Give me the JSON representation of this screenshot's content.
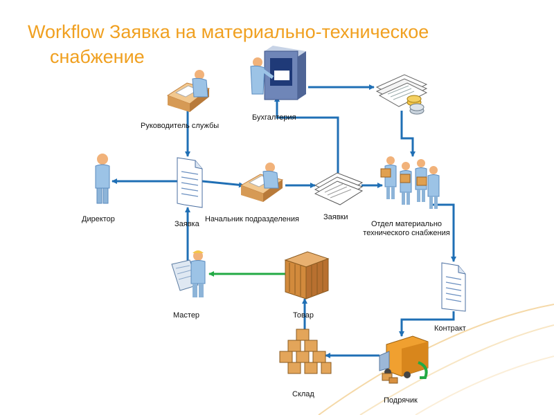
{
  "title": {
    "line1": "Workflow Заявка на материально-техническое",
    "line2": "снабжение"
  },
  "colors": {
    "title": "#f0a020",
    "arrow_blue": "#1f6fb5",
    "arrow_green": "#22aa44",
    "decor_swoosh": "#f5d9a8",
    "figure": "#9cc3e6",
    "box": "#d9944a"
  },
  "nodes": {
    "rukovoditel": {
      "label": "Руководитель службы",
      "icon": "person-at-desk-icon"
    },
    "buhgalteria": {
      "label": "Бухгалтерия",
      "icon": "person-at-server-icon"
    },
    "finance": {
      "label": "",
      "icon": "documents-and-coins-icon"
    },
    "direktor": {
      "label": "Директор",
      "icon": "person-standing-icon"
    },
    "zayavka": {
      "label": "Заявка",
      "icon": "document-icon"
    },
    "nachalnik": {
      "label": "Начальник подразделения",
      "icon": "person-at-desk-icon"
    },
    "zayavki": {
      "label": "Заявки",
      "icon": "document-stack-icon"
    },
    "otdel": {
      "label_line1": "Отдел материально",
      "label_line2": "технического снабжения",
      "icon": "people-group-icon"
    },
    "kontrakt": {
      "label": "Контракт",
      "icon": "document-icon"
    },
    "master": {
      "label": "Мастер",
      "icon": "worker-with-blueprint-icon"
    },
    "tovar": {
      "label": "Товар",
      "icon": "crate-icon"
    },
    "sklad": {
      "label": "Склад",
      "icon": "box-pile-icon"
    },
    "podryadchik": {
      "label": "Подрячик",
      "icon": "delivery-truck-icon"
    }
  }
}
